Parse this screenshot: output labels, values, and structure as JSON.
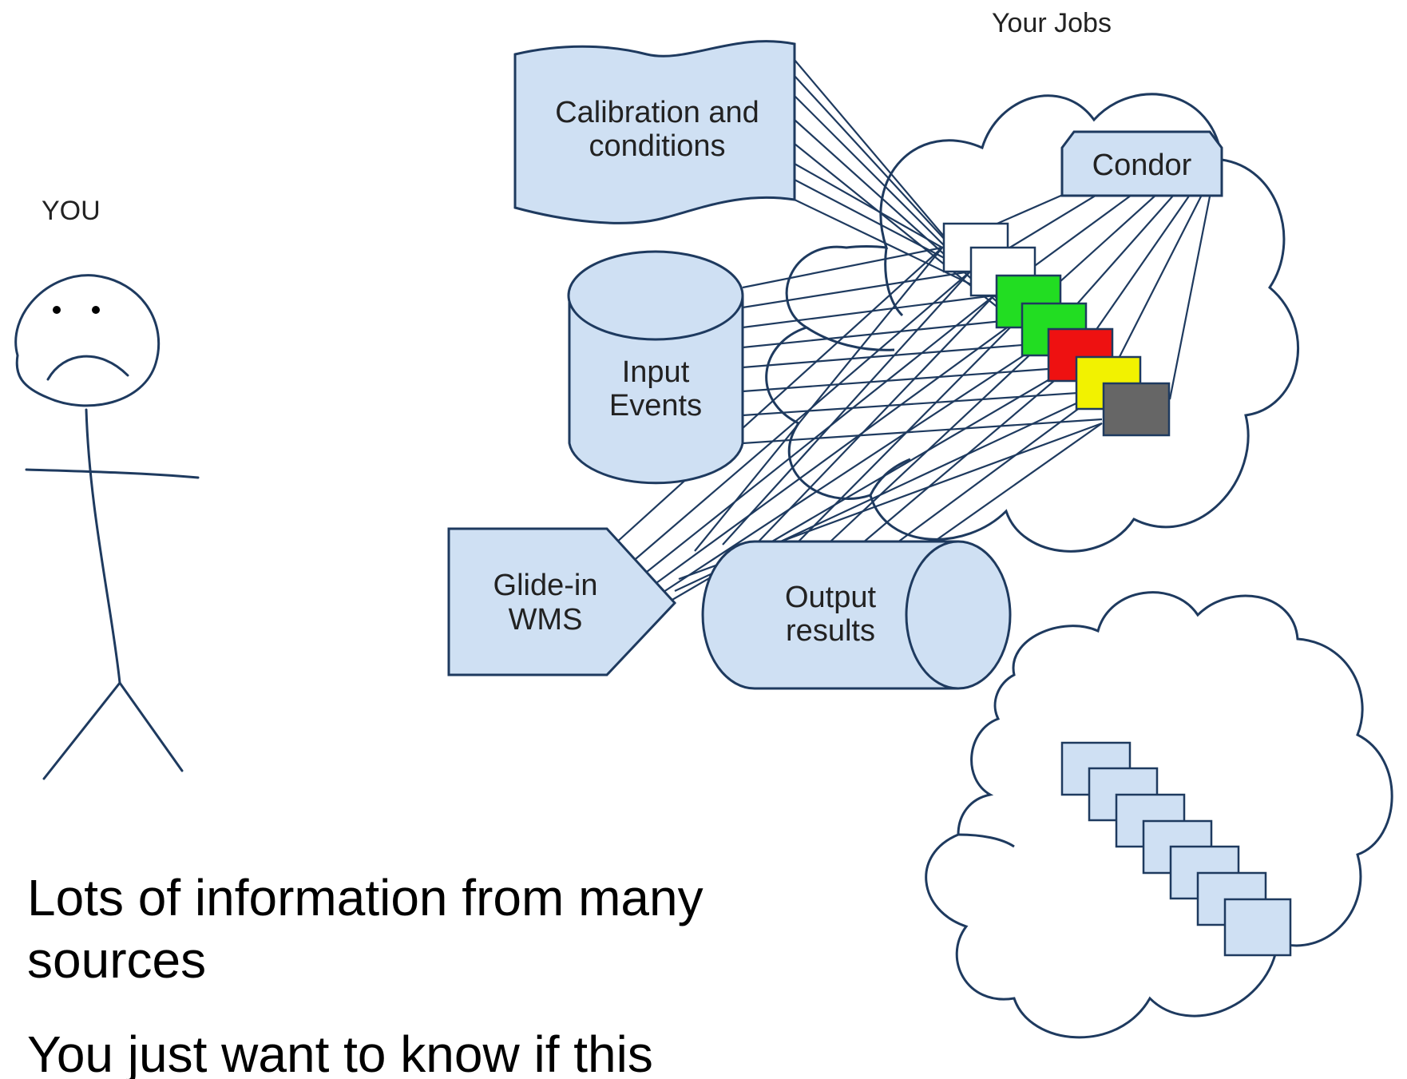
{
  "labels": {
    "you": "YOU",
    "your_jobs": "Your Jobs",
    "calibration_line1": "Calibration and",
    "calibration_line2": "conditions",
    "input_line1": "Input",
    "input_line2": "Events",
    "glidein_line1": "Glide-in",
    "glidein_line2": "WMS",
    "output_line1": "Output",
    "output_line2": "results",
    "condor": "Condor"
  },
  "caption": {
    "line1": "Lots of information from many sources",
    "line2": "You just want to know if this"
  },
  "colors": {
    "stroke": "#1e3a5f",
    "shape_fill": "#cfe0f3",
    "job_green": "#22dd22",
    "job_red": "#ee1111",
    "job_yellow": "#f2f200",
    "job_gray": "#666666"
  }
}
